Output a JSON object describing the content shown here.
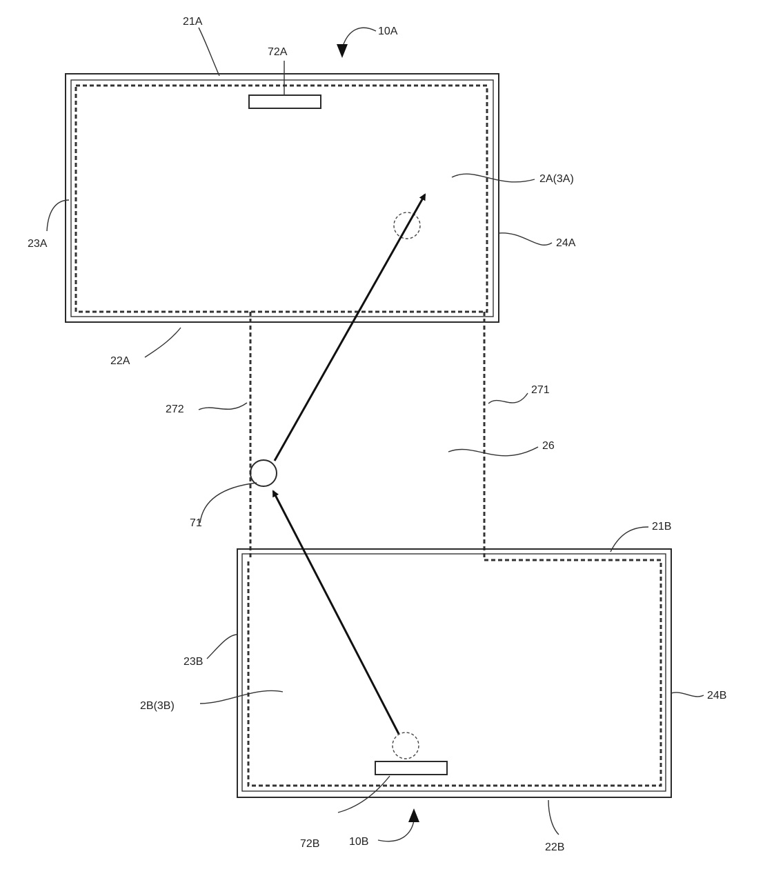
{
  "labels": {
    "l10A": "10A",
    "l21A": "21A",
    "l72A": "72A",
    "l2A3A": "2A(3A)",
    "l23A": "23A",
    "l24A": "24A",
    "l22A": "22A",
    "l272": "272",
    "l271": "271",
    "l26": "26",
    "l71": "71",
    "l21B": "21B",
    "l23B": "23B",
    "l2B3B": "2B(3B)",
    "l24B": "24B",
    "l72B": "72B",
    "l10B": "10B",
    "l22B": "22B"
  }
}
